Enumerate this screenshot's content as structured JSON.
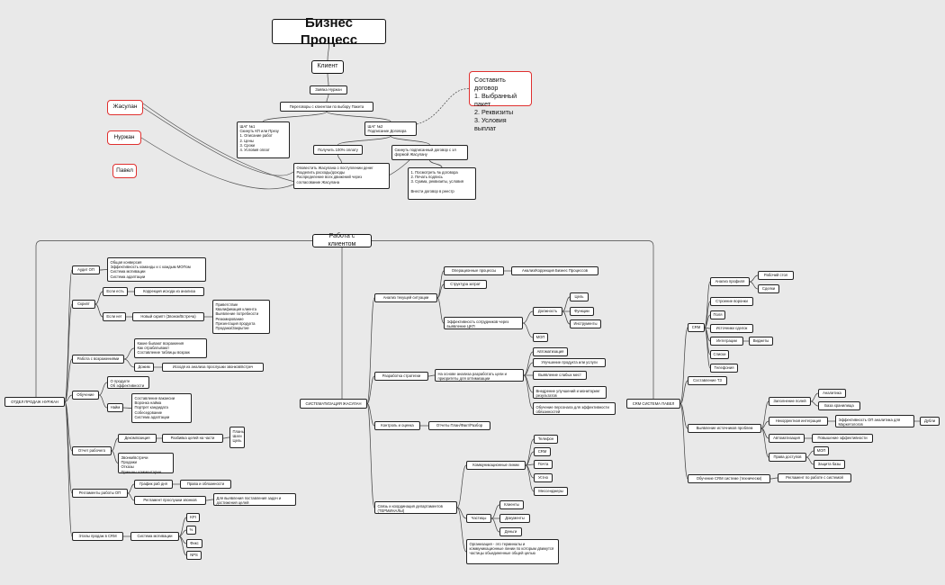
{
  "colors": {
    "background": "#e9e9e9",
    "node_border": "#222222",
    "red_accent": "#e0302f",
    "edge": "#444444"
  },
  "top": {
    "title": "Бизнес Процесс",
    "client": "Клиент",
    "request": "Заявка Нуржан",
    "negotiation": "Переговоры с клиентом по выбору Пакета",
    "step1": "ШАГ №1\nСкинуть КП или Презу\n1. Описание работ\n2. Цены\n3. Сроки\n4. Условия оплат",
    "step2": "ШАГ №2\nПодписание Договора",
    "get_payment": "Получить 100% оплату",
    "send_signed": "Скинуть подписанный договор с эл формой Жасулану",
    "notify": "Оповестить Жасулана о поступлении денег\nРазделить расходы/доходы\nРаспределение всех движений через согласование Жасулана",
    "contract_steps": "1. Посмотреть № договора\n2. Печать подпись\n3. Сумма, реквизиты, условия\n\nВнести договор в реестр",
    "compose": "Составить договор\n1. Выбранный пакет\n2. Реквизиты\n3. Условия выплат",
    "zhasulan": "Жасулан",
    "nurzhan": "Нуржан",
    "pavel": "Павел"
  },
  "work": {
    "title": "Работа с клиентом",
    "sales": {
      "root": "ОТДЕЛ ПРОДАЖ НУРЖАН",
      "audit": "Аудит ОП",
      "audit_items": "Общая конверсия\nЭффективность команды и с каждым МОПом\nСистема мотивации\nСистема адаптации",
      "script": "Скрипт",
      "if_exists": "Если есть",
      "correction": "Коррекция исхода из анализа",
      "if_not": "Если нет",
      "new_script": "Новый скрипт (Звонок/Встреча)",
      "script_steps": "Приветствие\nКвалификация клиента\nВыявление потребности\nРезюмирование\nПрезентация продукта\nПродажа/Закрытие",
      "objections": "Работа с возражениями",
      "objection_types": "Какие бывают возражения\nКак отрабатывают\nСоставление таблицы возраж",
      "then": "Дожим",
      "from_analysis": "Исходя из анализа прослушки звонков/встреч",
      "training": "Обучение",
      "about_product": "О продукте\nОб эффективности",
      "hire": "Найм",
      "hire_items": "Составление вакансии\nВоронка найма\nПортрет кандидата\nСобеседование\nСистема адаптации",
      "report": "Отчет рабочего",
      "decomposition": "Декомпозиция",
      "breakdown": "Разбивка целей на части",
      "plans": "Планы\nШаги\nЦель",
      "report_items": "Звонки/встречи\nПродажи\nОтказы\nПричины комментарии",
      "regulations": "Регламенты работы ОП",
      "schedule": "График раб дня",
      "rights": "Права и обязанности",
      "call_reg": "Регламент прослушки звонков",
      "call_reg_goal": "Для выявления поставления задач и достижения целей",
      "stages": "Этапы продаж в CRM",
      "motivation": "Система мотивации",
      "kpi": "KPI",
      "percent": "%",
      "fix": "Фикс",
      "nps": "NPS"
    },
    "sys": {
      "root": "СИСТЕМАТИЗАЦИЯ ЖАСУЛАН",
      "analysis": "Анализ текущей ситуации",
      "ops": "Операционные процессы",
      "bp_analysis": "Анализ/Коррекция Бизнес Процессов",
      "costs": "Структура затрат",
      "efficiency": "Эффективность сотрудников через выявление ЦКП",
      "position": "Должность",
      "goal": "Цель",
      "functions": "Функции",
      "tools": "Инструменты",
      "mop": "МОП",
      "strategy": "Разработка стратегии",
      "strategy_desc": "На основе анализа разработать цели и приоритеты для оптимизации",
      "automation": "Автоматизация",
      "improve_product": "Улучшение продукта или услуги",
      "weak_spots": "Выявление слабых мест",
      "implement": "Внедрение улучшений и мониторинг результатов",
      "staff_training": "Обучение персонала для эффективности обязанностей",
      "control": "Контроль и оценка",
      "reports": "Отчеты План/Факт/Разбор",
      "coordination": "Связь и координация департаментов (ТЕРМИНАЛЫ)",
      "comm_lines": "Коммуникационные линии",
      "phone": "Телефон",
      "crm": "CRM",
      "mail": "Почта",
      "oral": "Устно",
      "messengers": "Мессенджеры",
      "particles": "Частицы",
      "clients": "Клиенты",
      "documents": "Документы",
      "money": "Деньги",
      "org": "Организация - это терминалы и коммуникационные линии по которым движутся частицы обьединенные общей целью"
    },
    "crm": {
      "root": "CRM СИСТЕМА ПАВЕЛ",
      "crm": "CRM",
      "profile": "Анализ профиля",
      "desk": "Рабочий стол",
      "deals": "Сделки",
      "funnel": "Строение воронки",
      "fields": "Поля",
      "sources": "Источники сделок",
      "integrations": "Интеграции",
      "widgets": "Виджеты",
      "lists": "Списки",
      "telephony": "Телефония",
      "tz": "Составление ТЗ",
      "problems": "Выявление источников проблем",
      "fill_fields": "Заполнение полей",
      "analytics": "Аналитика",
      "base": "База хранилища",
      "wrong_integration": "Некорректная интеграция",
      "mkt_effect": "Эффективность ОП аналитика для Маркетологов",
      "duplicates": "Дубли",
      "auto": "Автоматизация",
      "increase": "Повышение эффективности",
      "access": "Права доступов",
      "access_mop": "МОП",
      "protect": "Защита базы",
      "crm_training": "Обучение CRM системе (технически)",
      "crm_reg": "Регламент по работе с системой"
    }
  }
}
